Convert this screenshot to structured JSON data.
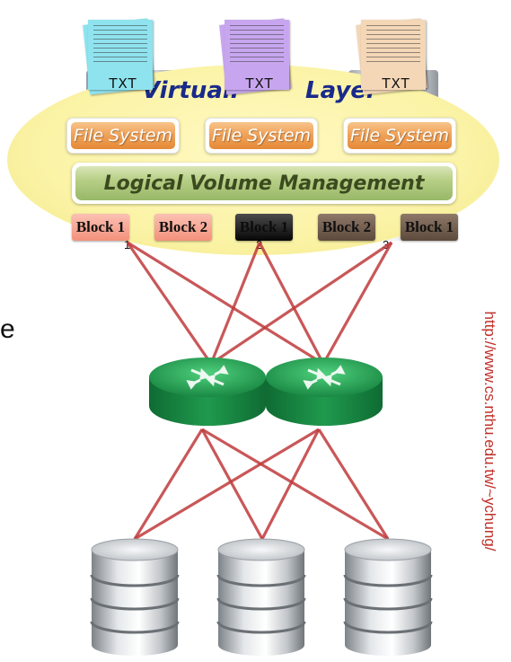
{
  "diagram": {
    "virtual_layer_label_left": "Virtuali",
    "virtual_layer_label_right": "Layer",
    "documents": [
      {
        "label": "TXT",
        "color": "#8fe3ef"
      },
      {
        "label": "TXT",
        "color": "#c7a6ef"
      },
      {
        "label": "TXT",
        "color": "#f4d7b7"
      }
    ],
    "file_systems": [
      "File System",
      "File System",
      "File System"
    ],
    "lvm_label": "Logical Volume Management",
    "blocks": [
      {
        "label": "Block 1",
        "style": "salmon"
      },
      {
        "label": "Block 2",
        "style": "salmon"
      },
      {
        "label": "Block 1",
        "style": "black"
      },
      {
        "label": "Block 2",
        "style": "brown"
      },
      {
        "label": "Block 1",
        "style": "brown"
      }
    ],
    "server_numbers": [
      "1",
      "2",
      "3"
    ],
    "left_edge_text": "e",
    "url": "http://www.cs.nthu.edu.tw/~ychung/",
    "colors": {
      "link": "#c0393b",
      "router_green": "#1e9e4e",
      "ellipse_yellow": "#fbf3a6",
      "url_red": "#c0312b"
    },
    "icons": [
      "document-icon",
      "server-icon",
      "router-icon",
      "database-icon"
    ]
  }
}
